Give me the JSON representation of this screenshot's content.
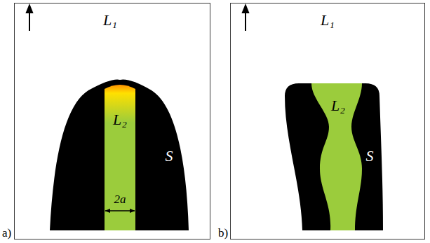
{
  "diagram": {
    "nodes": [
      {
        "text": [
          "L₁"
        ]
      },
      {
        "text": [
          "S"
        ],
        "in": 0
      },
      {
        "text": [
          "L₂",
          "2a"
        ],
        "in": 1
      },
      {
        "text": [
          "L₁"
        ]
      },
      {
        "text": [
          "S"
        ],
        "in": 3
      },
      {
        "text": [
          "L₂"
        ],
        "in": 4
      }
    ],
    "labels": [
      "a)",
      "b)"
    ]
  }
}
